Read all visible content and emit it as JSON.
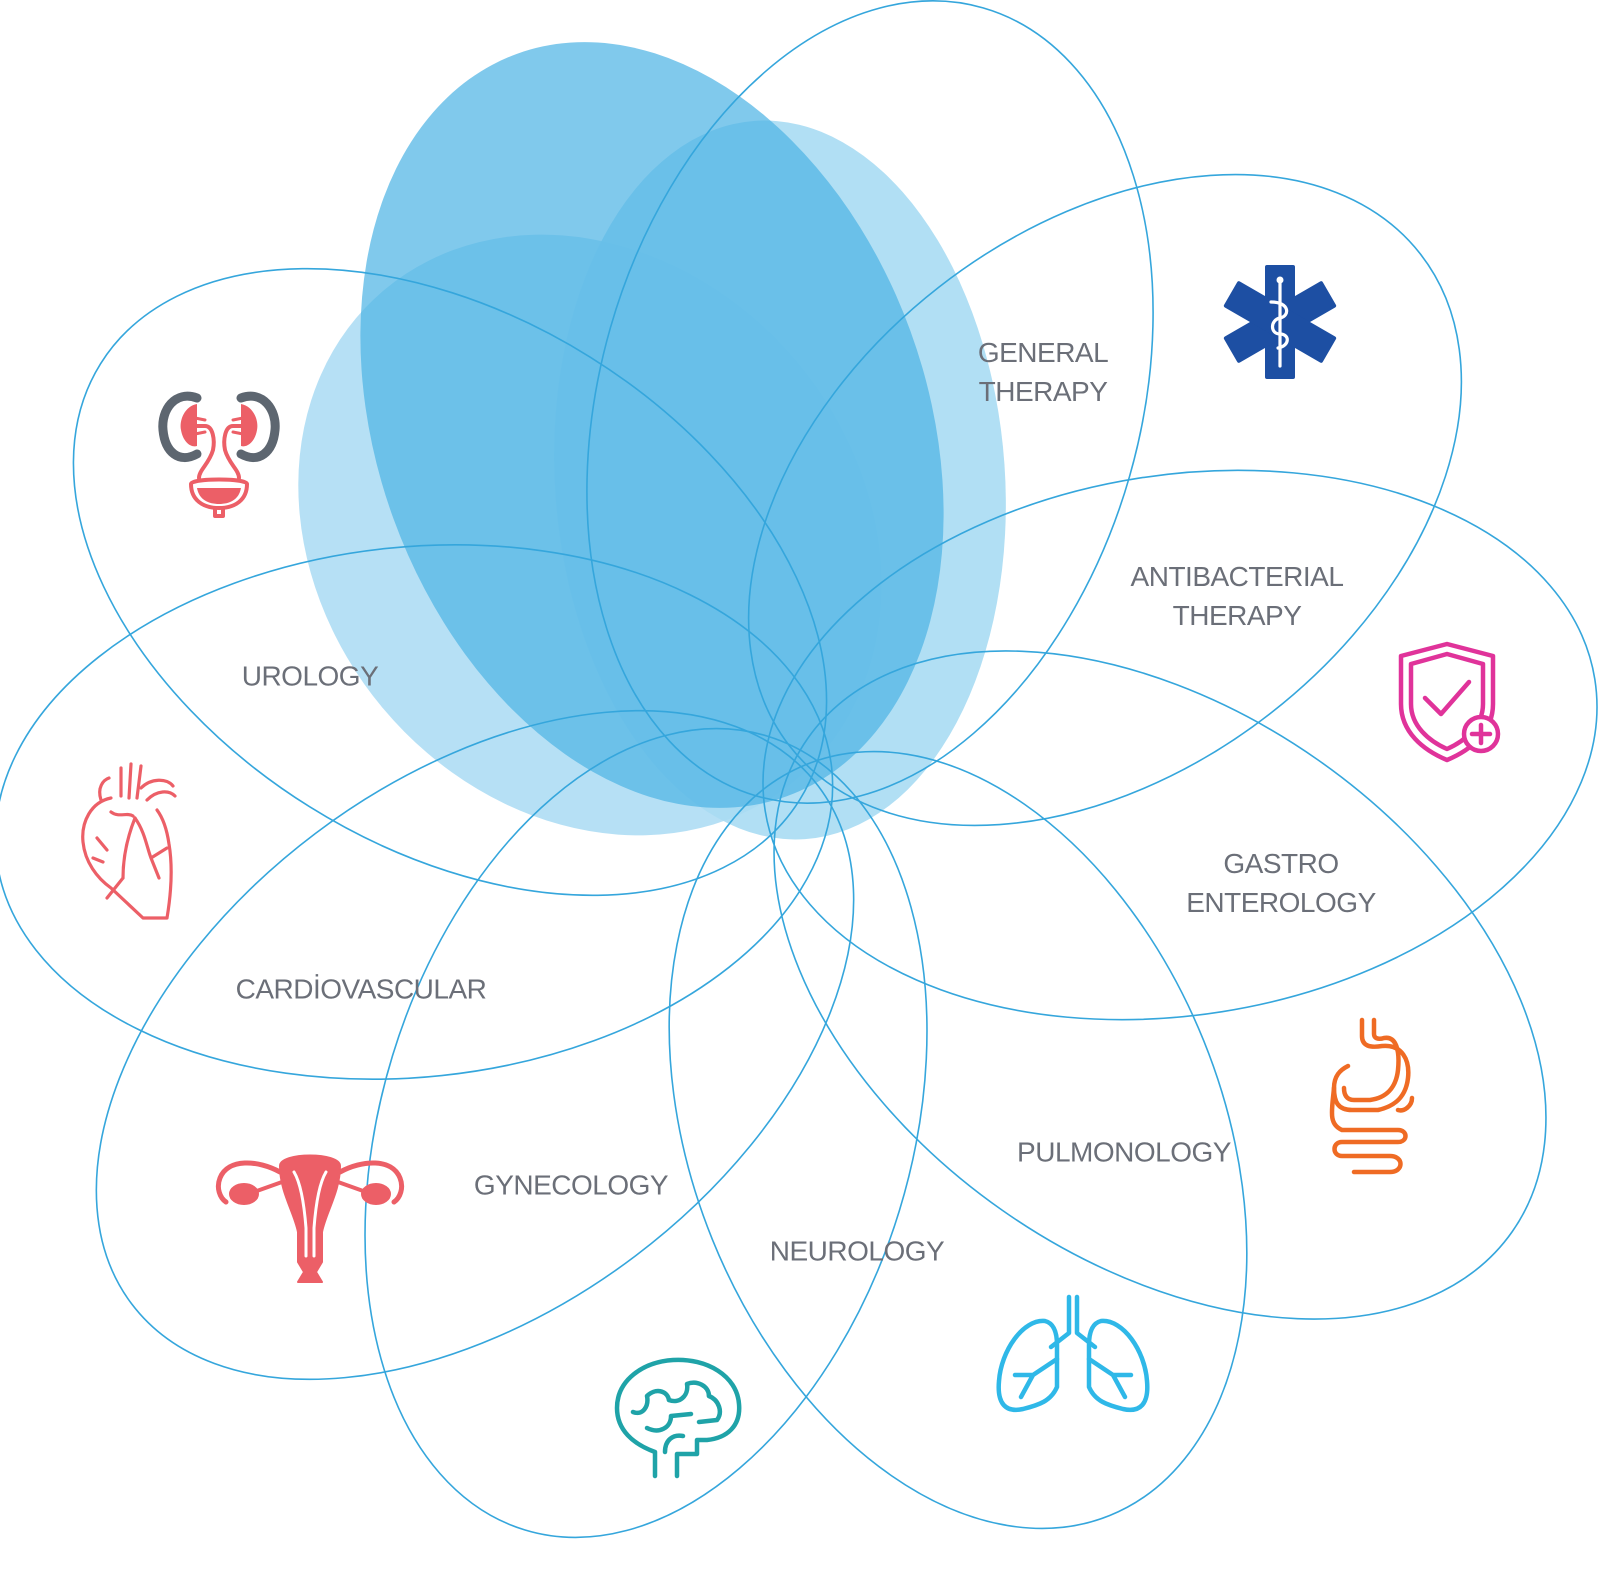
{
  "categories": [
    {
      "key": "general",
      "lines": [
        "GENERAL",
        "THERAPY"
      ],
      "icon": "star-of-life-icon",
      "color": "#1d4fa3"
    },
    {
      "key": "antibacterial",
      "lines": [
        "ANTIBACTERIAL",
        "THERAPY"
      ],
      "icon": "shield-check-plus-icon",
      "color": "#e0339a"
    },
    {
      "key": "gastro",
      "lines": [
        "GASTRO",
        "ENTEROLOGY"
      ],
      "icon": "stomach-intestine-icon",
      "color": "#ef6b24"
    },
    {
      "key": "pulmonology",
      "lines": [
        "PULMONOLOGY"
      ],
      "icon": "lungs-icon",
      "color": "#2fb8e8"
    },
    {
      "key": "neurology",
      "lines": [
        "NEUROLOGY"
      ],
      "icon": "brain-icon",
      "color": "#1fa3a8"
    },
    {
      "key": "gynecology",
      "lines": [
        "GYNECOLOGY"
      ],
      "icon": "uterus-icon",
      "color": "#ec5f67"
    },
    {
      "key": "cardiovascular",
      "lines": [
        "CARDİOVASCULAR"
      ],
      "icon": "heart-icon",
      "color": "#ec5f67"
    },
    {
      "key": "urology",
      "lines": [
        "UROLOGY"
      ],
      "icon": "kidneys-bladder-icon",
      "color": "#ec5f67"
    }
  ],
  "colors": {
    "outline": "#35a6dc",
    "fill_light": "#a9dbf3",
    "fill_mid": "#5bbbe7",
    "fill_dark": "#3aabe0",
    "label": "#6b6f78",
    "kidney_gray": "#5d6670"
  }
}
